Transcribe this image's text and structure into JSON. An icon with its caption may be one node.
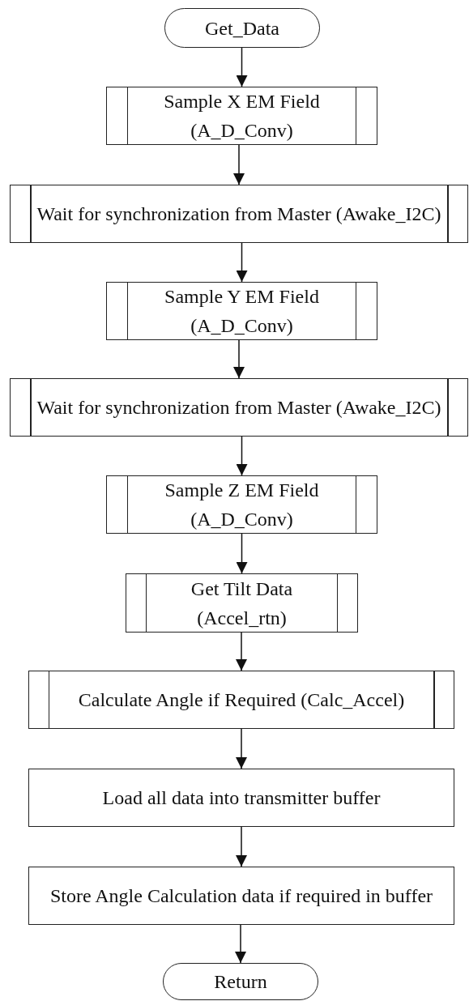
{
  "diagram": {
    "nodes": [
      {
        "text": [
          "Get_Data"
        ]
      },
      {
        "text": [
          "Sample X EM Field (A_D_Conv)"
        ]
      },
      {
        "text": [
          "Wait for synchronization from Master (Awake_I2C)"
        ]
      },
      {
        "text": [
          "Sample Y EM Field (A_D_Conv)"
        ]
      },
      {
        "text": [
          "Wait for synchronization from Master (Awake_I2C)"
        ]
      },
      {
        "text": [
          "Sample Z EM Field (A_D_Conv)"
        ]
      },
      {
        "text": [
          "Get Tilt Data (Accel_rtn)"
        ]
      },
      {
        "text": [
          "Calculate Angle if Required (Calc_Accel)"
        ]
      },
      {
        "text": [
          "Load all data into transmitter buffer"
        ]
      },
      {
        "text": [
          "Store Angle Calculation data if required in buffer"
        ]
      },
      {
        "text": [
          "Return"
        ]
      }
    ],
    "edges": [
      {
        "from": 0,
        "to": 1,
        "arrow": "to"
      },
      {
        "from": 1,
        "to": 2,
        "arrow": "to"
      },
      {
        "from": 2,
        "to": 3,
        "arrow": "to"
      },
      {
        "from": 3,
        "to": 4,
        "arrow": "to"
      },
      {
        "from": 4,
        "to": 5,
        "arrow": "to"
      },
      {
        "from": 5,
        "to": 6,
        "arrow": "to"
      },
      {
        "from": 6,
        "to": 7,
        "arrow": "to"
      },
      {
        "from": 7,
        "to": 8,
        "arrow": "to"
      },
      {
        "from": 8,
        "to": 9,
        "arrow": "to"
      },
      {
        "from": 9,
        "to": 10,
        "arrow": "to"
      }
    ]
  }
}
